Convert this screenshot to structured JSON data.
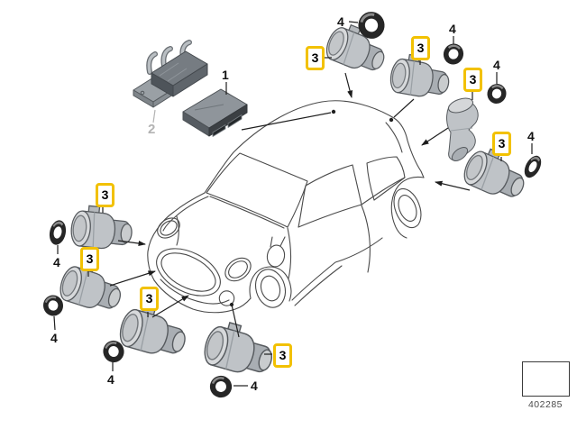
{
  "page": {
    "type": "parts-diagram",
    "background": "#ffffff"
  },
  "palette": {
    "highlight_box": "#F2C101",
    "line": "#3c3c3c",
    "muted_label": "#b3b3b3",
    "badge_text": "#4a4a4a"
  },
  "doc": {
    "number": "402285"
  },
  "callouts": {
    "control_unit": "1",
    "holder": "2",
    "sensor": "3",
    "sealing_ring": "4"
  },
  "icons": {
    "badge_arrow": "block-arrow-down-left"
  }
}
